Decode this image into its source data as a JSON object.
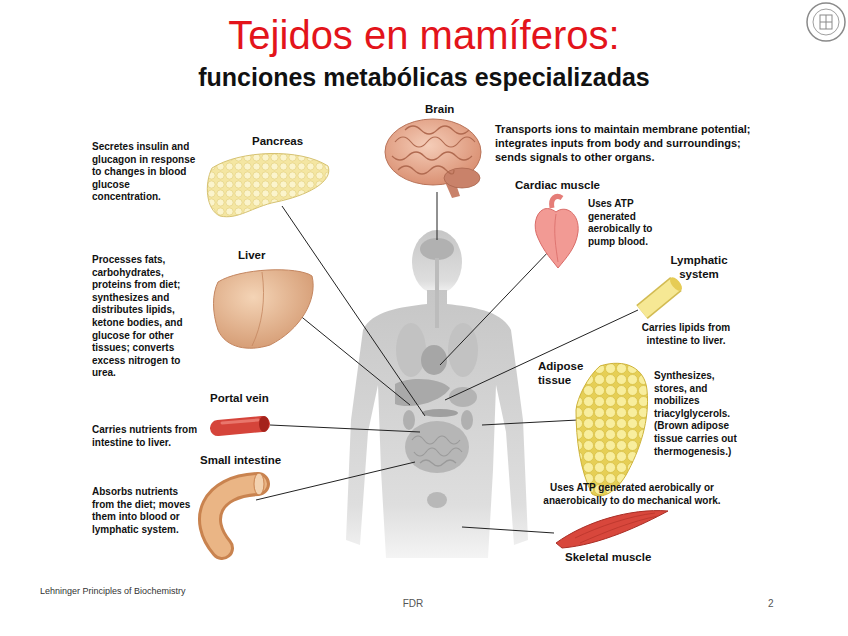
{
  "diagram": {
    "title": "Tejidos en mamíferos:",
    "nodes": [
      {
        "text": [
          "Brain",
          "Transports ions to maintain membrane potential; integrates inputs from body and surroundings; sends signals to other organs."
        ]
      },
      {
        "text": [
          "Pancreas",
          "Secretes insulin and glucagon in response to changes in blood glucose concentration."
        ]
      },
      {
        "text": [
          "Cardiac muscle",
          "Uses ATP generated aerobically to pump blood."
        ]
      },
      {
        "text": [
          "Liver",
          "Processes fats, carbohydrates, proteins from diet; synthesizes and distributes lipids, ketone bodies, and glucose for other tissues; converts excess nitrogen to urea."
        ]
      },
      {
        "text": [
          "Lymphatic system",
          "Carries lipids from intestine to liver."
        ]
      },
      {
        "text": [
          "Adipose tissue",
          "Synthesizes, stores, and mobilizes triacylglycerols. (Brown adipose tissue carries out thermogenesis.)"
        ]
      },
      {
        "text": [
          "Portal vein",
          "Carries nutrients from intestine to liver."
        ]
      },
      {
        "text": [
          "Small intestine",
          "Absorbs nutrients from the diet; moves them into blood or lymphatic system."
        ]
      },
      {
        "text": [
          "Skeletal muscle",
          "Uses ATP generated aerobically or anaerobically to do mechanical work."
        ]
      }
    ],
    "labels": [
      "funciones metabólicas especializadas",
      "Lehninger Principles of Biochemistry",
      "FDR",
      "2"
    ]
  }
}
